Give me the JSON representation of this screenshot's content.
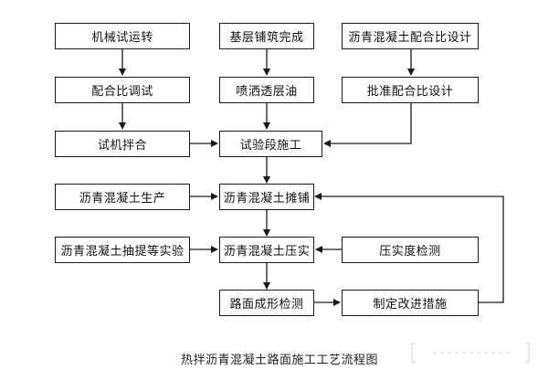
{
  "nodes": {
    "machine_test": "机械试运转",
    "base_paving": "基层铺筑完成",
    "mix_design": "沥青混凝土配合比设计",
    "mix_debug": "配合比调试",
    "prime_coat": "喷洒透层油",
    "approve_mix": "批准配合比设计",
    "trial_mixing": "试机拌合",
    "trial_section": "试验段施工",
    "production": "沥青混凝土生产",
    "spreading": "沥青混凝土摊铺",
    "sampling_test": "沥青混凝土抽提等实验",
    "compaction": "沥青混凝土压实",
    "density_test": "压实度检测",
    "surface_test": "路面成形检测",
    "improvement": "制定改进措施"
  },
  "caption": "热拌沥青混凝土路面施工工艺流程图",
  "colors": {
    "line": "#1a1a1a",
    "box_border": "#1a1a1a",
    "corner_mark": "#d0d0d0"
  }
}
